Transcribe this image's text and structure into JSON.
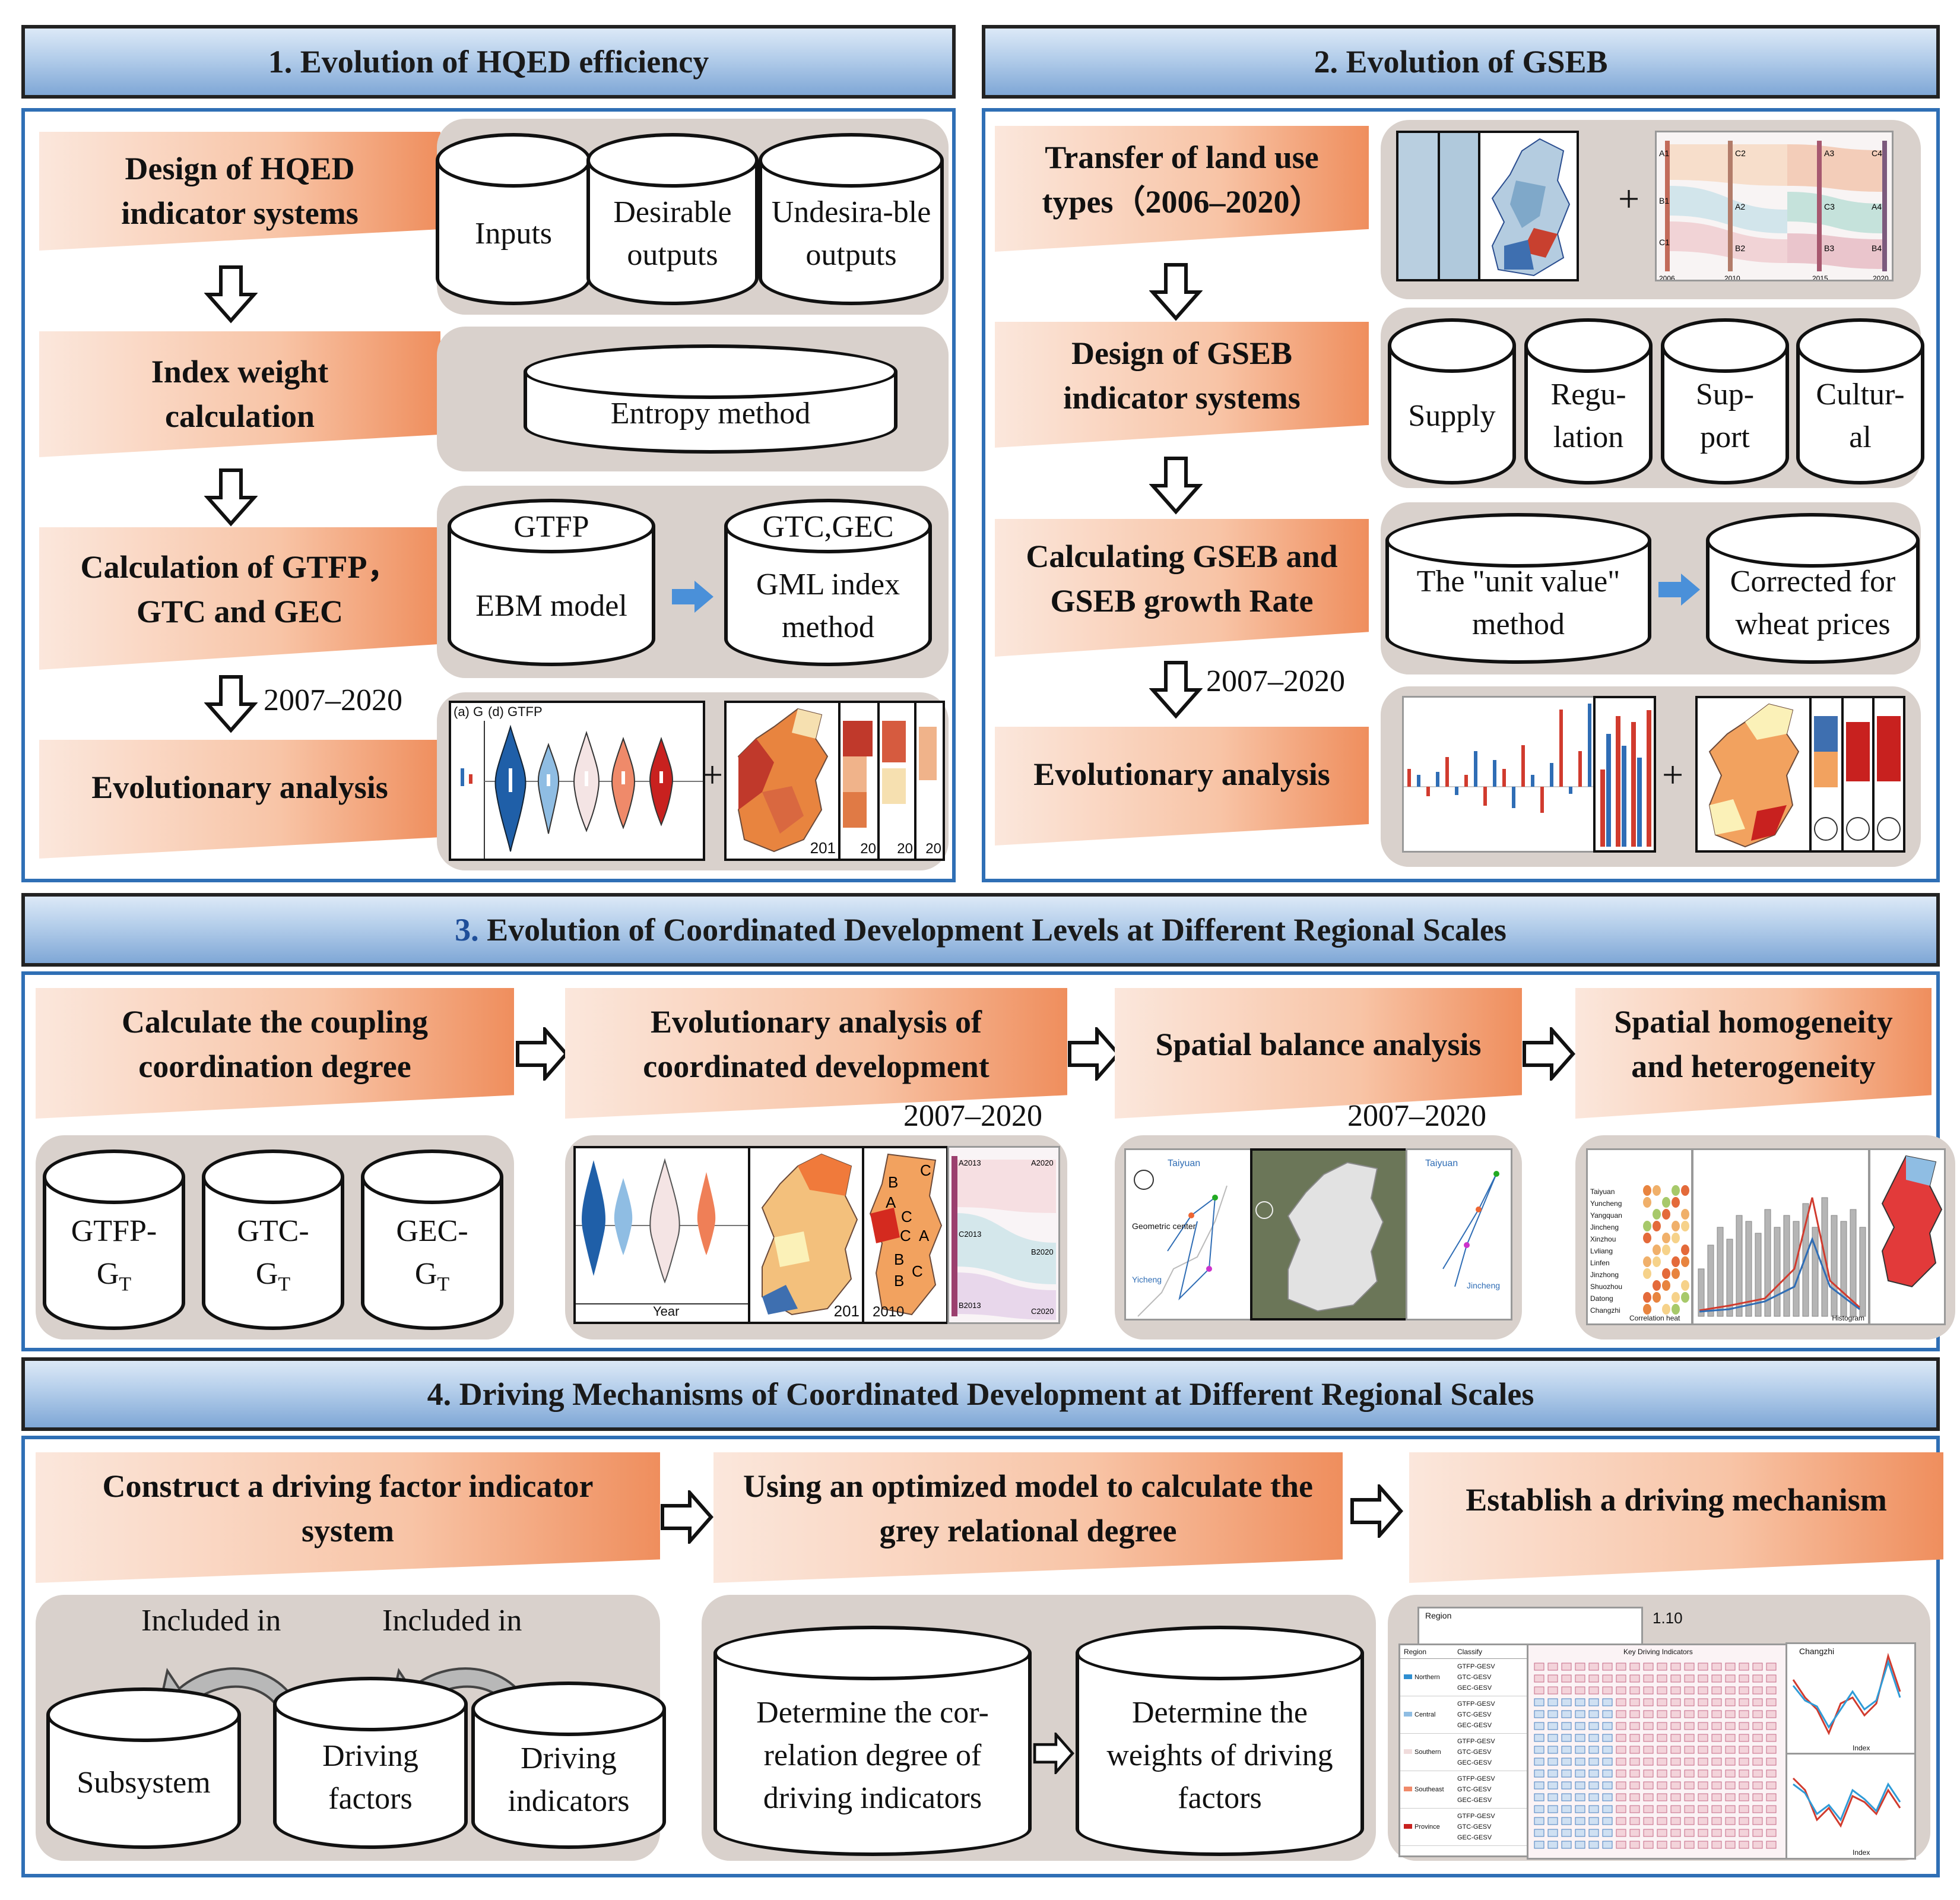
{
  "sections": {
    "s1": {
      "title": "1. Evolution of HQED efficiency",
      "steps": [
        "Design of  HQED indicator    systems",
        "Index weight calculation",
        "Calculation of GTFP，GTC and GEC",
        "Evolutionary analysis"
      ],
      "indicators": [
        "Inputs",
        "Desirable outputs",
        "Undesira-ble outputs"
      ],
      "weight_method": "Entropy method",
      "gtfp_label": "GTFP",
      "gtfp_model": "EBM model",
      "gtc_label": "GTC,GEC",
      "gtc_method": "GML index method",
      "year_range": "2007–2020",
      "chart_label_a": "(a) G",
      "chart_label_d": "(d) GTFP",
      "map_year_labels": [
        "201",
        "20",
        "20",
        "20"
      ]
    },
    "s2": {
      "title": "2. Evolution of GSEB",
      "steps": [
        "Transfer of land use types（2006–2020）",
        "Design of GSEB indicator systems",
        "Calculating GSEB and GSEB growth Rate",
        "Evolutionary analysis"
      ],
      "services": [
        "Supply",
        "Regu-lation",
        "Sup-port",
        "Cultur-al"
      ],
      "unit_value": "The \"unit value\" method",
      "corrected": "Corrected for wheat prices",
      "year_range": "2007–2020",
      "sankey_nodes": [
        "A1",
        "B1",
        "C1",
        "C2",
        "A2",
        "B2",
        "A3",
        "C3",
        "B3",
        "C4",
        "A4",
        "B4"
      ],
      "sankey_years": [
        "2006",
        "2010",
        "2015",
        "2020"
      ]
    },
    "s3": {
      "title_num": "3.",
      "title_rest": " Evolution of Coordinated Development Levels at Different Regional Scales",
      "steps": [
        "Calculate the coupling coordination degree",
        "Evolutionary analysis of coordinated development",
        "Spatial balance analysis",
        "Spatial homogeneity and heterogeneity"
      ],
      "couplings": [
        {
          "name": "GTFP-",
          "sub": "G",
          "subscript": "T"
        },
        {
          "name": "GTC-",
          "sub": "G",
          "subscript": "T"
        },
        {
          "name": "GEC-",
          "sub": "G",
          "subscript": "T"
        }
      ],
      "year_range_a": "2007–2020",
      "year_range_b": "2007–2020",
      "violin_xlabel": "Year",
      "map_labels": [
        "201",
        "2010"
      ],
      "letter_map": [
        "C",
        "B",
        "A",
        "C",
        "C",
        "A",
        "B",
        "B",
        "C"
      ],
      "sankey_labels": [
        "A2013",
        "A2020",
        "C2013",
        "B2020",
        "B2013",
        "C2020"
      ],
      "map_city_labels": [
        "Taiyuan",
        "Geometric center",
        "Yicheng",
        "Taiyuan",
        "Jincheng"
      ],
      "corr_label": "Correlation heat",
      "hist_label": "Histogram",
      "cities": [
        "Taiyuan",
        "Yuncheng",
        "Yangquan",
        "Jincheng",
        "Xinzhou",
        "Lvliang",
        "Linfen",
        "Jinzhong",
        "Shuozhou",
        "Datong",
        "Changzhi"
      ]
    },
    "s4": {
      "title": "4. Driving Mechanisms of Coordinated Development at Different Regional Scales",
      "steps": [
        "Construct a driving factor indicator system",
        "Using an optimized model to calculate the grey relational degree",
        "Establish a driving mechanism"
      ],
      "included": [
        "Included in",
        "Included in"
      ],
      "levels": [
        "Subsystem",
        "Driving factors",
        "Driving indicators"
      ],
      "corr_degree": "Determine the cor-relation degree of driving indicators",
      "weights": "Determine the weights of driving factors",
      "table_regions": [
        "Northern",
        "Central",
        "Southern",
        "Southeast",
        "Province"
      ],
      "table_classify": [
        "GTFP-GESV",
        "GTC-GESV",
        "GEC-GESV"
      ],
      "table_headers": [
        "Region",
        "Classify"
      ],
      "chart_title": "Changzhi",
      "chart_xlabel": "Index",
      "top_label": "1.10",
      "key_indicators": "Key Driving Indicators"
    }
  },
  "colors": {
    "header_blue": "#7fa7d6",
    "panel_border": "#2f6fb5",
    "banner_orange": "#ef8e5d",
    "tray_gray": "#d9d1cc",
    "blue_series": "#2f6db5",
    "red_series": "#d13b2e"
  },
  "arrows": {
    "down": "hollow-down-arrow",
    "right": "hollow-right-arrow",
    "blue_right": "blue-right-arrow"
  }
}
